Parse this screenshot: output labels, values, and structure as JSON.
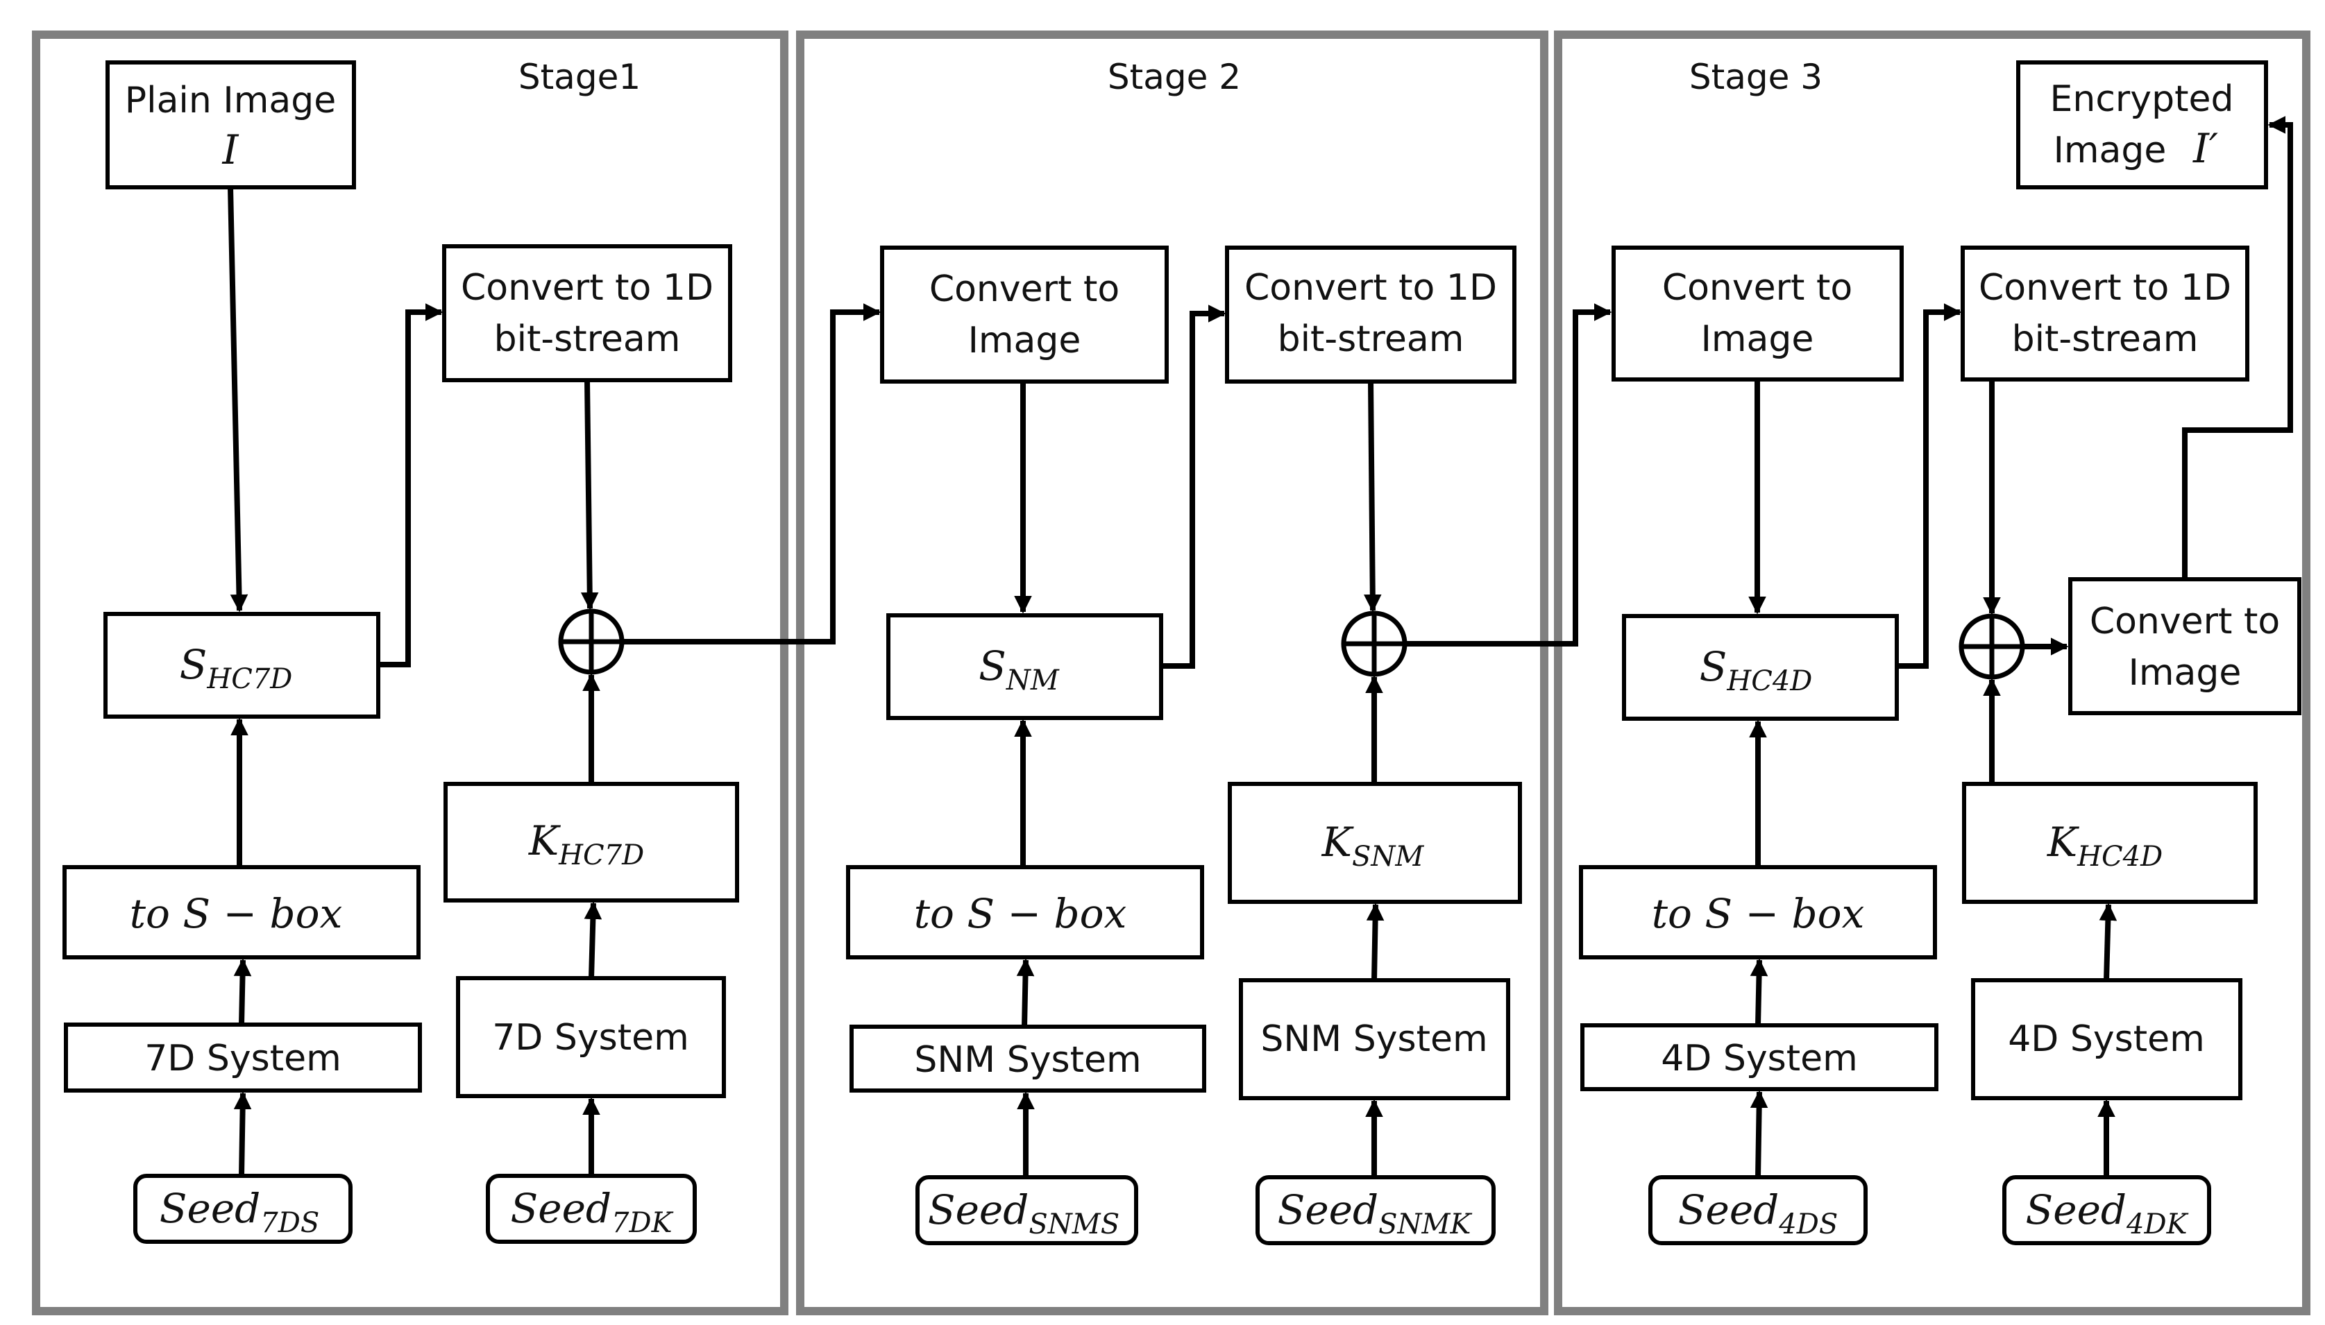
{
  "stages": [
    {
      "label": "Stage1"
    },
    {
      "label": "Stage 2"
    },
    {
      "label": "Stage 3"
    }
  ],
  "plain_image": {
    "line1": "Plain Image",
    "symbol": "I"
  },
  "encrypted_image": {
    "line1": "Encrypted",
    "line2": "Image",
    "symbol": "I′"
  },
  "stage1": {
    "convert_bitstream": {
      "line1": "Convert to 1D",
      "line2": "bit-stream"
    },
    "sbox_sub": {
      "base": "S",
      "sub": "HC7D"
    },
    "to_sbox": "to S − box",
    "seq_system": "7D System",
    "seed_s": {
      "base": "Seed",
      "sub": "7DS"
    },
    "key": {
      "base": "K",
      "sub": "HC7D"
    },
    "key_system": "7D System",
    "seed_k": {
      "base": "Seed",
      "sub": "7DK"
    }
  },
  "stage2": {
    "convert_image": {
      "line1": "Convert to",
      "line2": "Image"
    },
    "convert_bitstream": {
      "line1": "Convert to 1D",
      "line2": "bit-stream"
    },
    "sbox_sub": {
      "base": "S",
      "sub": "NM"
    },
    "to_sbox": "to S − box",
    "seq_system": "SNM System",
    "seed_s": {
      "base": "Seed",
      "sub": "SNMS"
    },
    "key": {
      "base": "K",
      "sub": "SNM"
    },
    "key_system": "SNM System",
    "seed_k": {
      "base": "Seed",
      "sub": "SNMK"
    }
  },
  "stage3": {
    "convert_image": {
      "line1": "Convert to",
      "line2": "Image"
    },
    "convert_bitstream": {
      "line1": "Convert to 1D",
      "line2": "bit-stream"
    },
    "convert_image_out": {
      "line1": "Convert to",
      "line2": "Image"
    },
    "sbox_sub": {
      "base": "S",
      "sub": "HC4D"
    },
    "to_sbox": "to S − box",
    "seq_system": "4D System",
    "seed_s": {
      "base": "Seed",
      "sub": "4DS"
    },
    "key": {
      "base": "K",
      "sub": "HC4D"
    },
    "key_system": "4D System",
    "seed_k": {
      "base": "Seed",
      "sub": "4DK"
    }
  },
  "colors": {
    "panel_border": "#808080",
    "line": "#000000",
    "background": "#ffffff"
  }
}
